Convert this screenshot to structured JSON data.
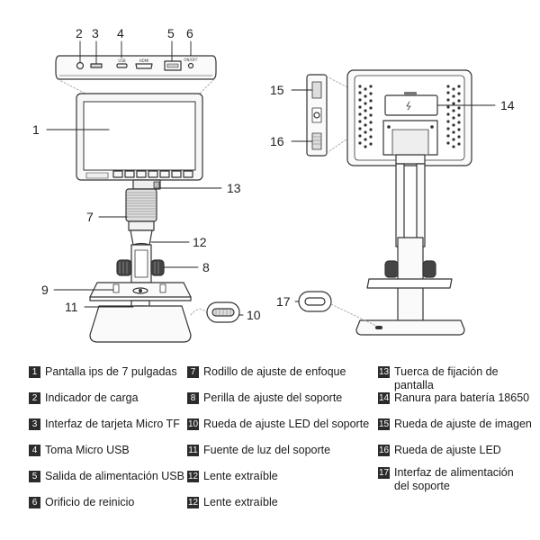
{
  "callouts": {
    "top_connectors": [
      "2",
      "3",
      "4",
      "5",
      "6"
    ],
    "front": [
      "1",
      "7",
      "13",
      "12",
      "8",
      "9",
      "11",
      "10"
    ],
    "back": [
      "15",
      "14",
      "16",
      "17"
    ]
  },
  "port_labels": {
    "usb": "USB",
    "hdmi": "HDMI",
    "on_off": "ON/OFF"
  },
  "legend": [
    {
      "num": "1",
      "text": "Pantalla ips de 7 pulgadas"
    },
    {
      "num": "2",
      "text": "Indicador de carga"
    },
    {
      "num": "3",
      "text": "Interfaz de tarjeta Micro TF"
    },
    {
      "num": "4",
      "text": "Toma Micro USB"
    },
    {
      "num": "5",
      "text": "Salida de alimentación USB"
    },
    {
      "num": "6",
      "text": "Orificio de reinicio"
    },
    {
      "num": "7",
      "text": "Rodillo de ajuste de enfoque"
    },
    {
      "num": "8",
      "text": "Perilla de ajuste del soporte"
    },
    {
      "num": "10",
      "text": "Rueda de ajuste LED del soporte"
    },
    {
      "num": "11",
      "text": "Fuente de luz del soporte"
    },
    {
      "num": "12",
      "text": "Lente extraíble"
    },
    {
      "num": "12",
      "text": "Lente extraíble"
    },
    {
      "num": "13",
      "text": "Tuerca de fijación de pantalla"
    },
    {
      "num": "14",
      "text": "Ranura para batería 18650"
    },
    {
      "num": "15",
      "text": "Rueda de ajuste de imagen"
    },
    {
      "num": "16",
      "text": "Rueda de ajuste LED"
    },
    {
      "num": "17",
      "text": "Interfaz de alimentación del soporte"
    }
  ]
}
